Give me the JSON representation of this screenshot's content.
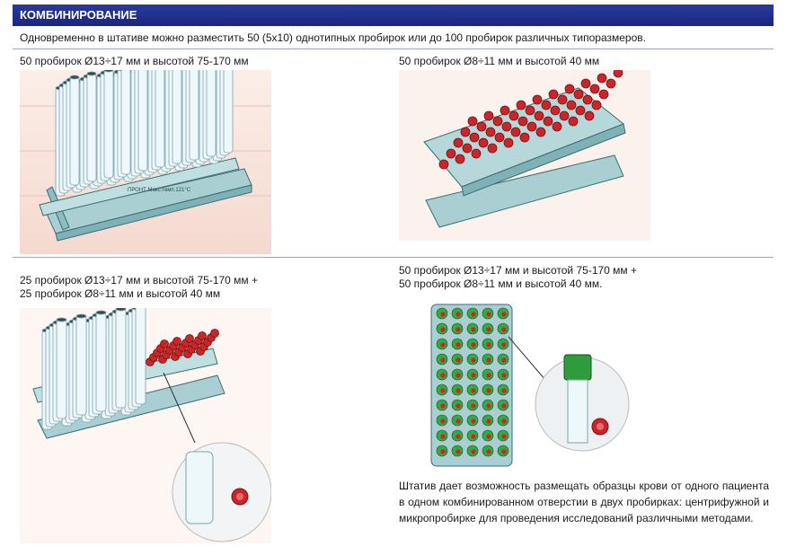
{
  "section": {
    "title": "КОМБИНИРОВАНИЕ"
  },
  "intro": "Одновременно в штативе можно разместить 50 (5x10) однотипных пробирок или до 100 пробирок различных типоразмеров.",
  "panels": [
    {
      "caption": "50 пробирок Ø13÷17 мм и высотой 75-170 мм"
    },
    {
      "caption": "50 пробирок Ø8÷11 мм и высотой 40 мм"
    },
    {
      "caption_line1": "25 пробирок Ø13÷17 мм и высотой 75-170 мм +",
      "caption_line2": "25 пробирок Ø8÷11 мм и высотой 40 мм"
    },
    {
      "caption_line1": "50 пробирок Ø13÷17 мм и высотой 75-170 мм +",
      "caption_line2": "50 пробирок Ø8÷11 мм и высотой 40 мм."
    }
  ],
  "description": "Штатив дает возможность размещать образцы крови от одного пациента в одном комбинированном отверстии в двух пробирках: центрифужной и микропробирке для проведения исследований различными методами.",
  "colors": {
    "header": "#1f2b8a",
    "rack": "#9fc8cc",
    "cap_red": "#c8262b",
    "cap_green": "#3aa642"
  }
}
